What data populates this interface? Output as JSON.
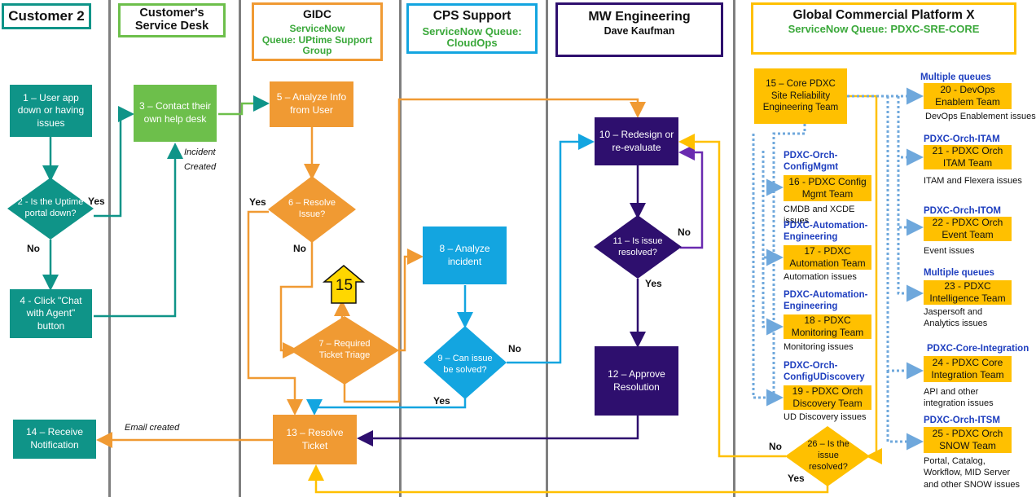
{
  "lanes": {
    "customer2": {
      "title": "Customer 2"
    },
    "service_desk": {
      "title": "Customer's Service Desk"
    },
    "gidc": {
      "title": "GIDC",
      "sub1": "ServiceNow",
      "sub2": "Queue: UPtime Support Group"
    },
    "cps": {
      "title": "CPS Support",
      "sub1": "ServiceNow Queue: CloudOps"
    },
    "mw": {
      "title": "MW Engineering",
      "sub1": "Dave Kaufman"
    },
    "gcp": {
      "title": "Global Commercial Platform X",
      "sub1": "ServiceNow Queue:  PDXC-SRE-CORE"
    }
  },
  "colors": {
    "teal": "#0f9488",
    "green": "#6dbf4b",
    "orange": "#f09a33",
    "blue": "#13a5e0",
    "purple": "#2e0f6e",
    "yellow": "#ffc000",
    "dotted_blue": "#6fa8dc"
  },
  "steps": {
    "s1": "1 – User app down or having issues",
    "s2": "2 - Is the Uptime portal down?",
    "s3": "3 – Contact their own help desk",
    "s4": "4 - Click \"Chat with Agent\" button",
    "s5": "5 – Analyze Info from User",
    "s6": "6 – Resolve Issue?",
    "s7": "7 – Required Ticket Triage",
    "s8": "8 – Analyze incident",
    "s9": "9 – Can issue be solved?",
    "s10": "10 – Redesign or re-evaluate",
    "s11": "11 – Is issue resolved?",
    "s12": "12 – Approve Resolution",
    "s13": "13 – Resolve Ticket",
    "s14": "14 – Receive Notification",
    "s15": "15 – Core PDXC Site Reliability Engineering Team",
    "s26": "26 – Is the issue resolved?",
    "badge15": "15"
  },
  "labels": {
    "yes": "Yes",
    "no": "No",
    "incident_created": "Incident Created",
    "email_created": "Email created"
  },
  "teams_left": [
    {
      "queue": "PDXC-Orch-ConfigMgmt",
      "team": "16 - PDXC  Config Mgmt  Team",
      "issues": "CMDB and XCDE issues"
    },
    {
      "queue": "PDXC-Automation-Engineering",
      "team": "17 - PDXC Automation Team",
      "issues": "Automation issues"
    },
    {
      "queue": "PDXC-Automation-Engineering",
      "team": "18 - PDXC Monitoring Team",
      "issues": "Monitoring issues"
    },
    {
      "queue": "PDXC-Orch-ConfigUDiscovery",
      "team": "19 - PDXC Orch Discovery Team",
      "issues": "UD Discovery issues"
    }
  ],
  "teams_right": [
    {
      "queue": "Multiple queues",
      "team": "20 - DevOps Enablem Team",
      "issues": "DevOps Enablement issues"
    },
    {
      "queue": "PDXC-Orch-ITAM",
      "team": "21 - PDXC Orch ITAM Team",
      "issues": "ITAM and Flexera issues"
    },
    {
      "queue": "PDXC-Orch-ITOM",
      "team": "22 - PDXC Orch Event Team",
      "issues": "Event issues"
    },
    {
      "queue": "Multiple queues",
      "team": "23 - PDXC Intelligence Team",
      "issues": "Jaspersoft and Analytics issues"
    },
    {
      "queue": "PDXC-Core-Integration",
      "team": "24 - PDXC Core Integration Team",
      "issues": "API and other integration issues"
    },
    {
      "queue": "PDXC-Orch-ITSM",
      "team": "25 - PDXC Orch SNOW Team",
      "issues": "Portal, Catalog, Workflow, MID Server and other SNOW issues"
    }
  ]
}
